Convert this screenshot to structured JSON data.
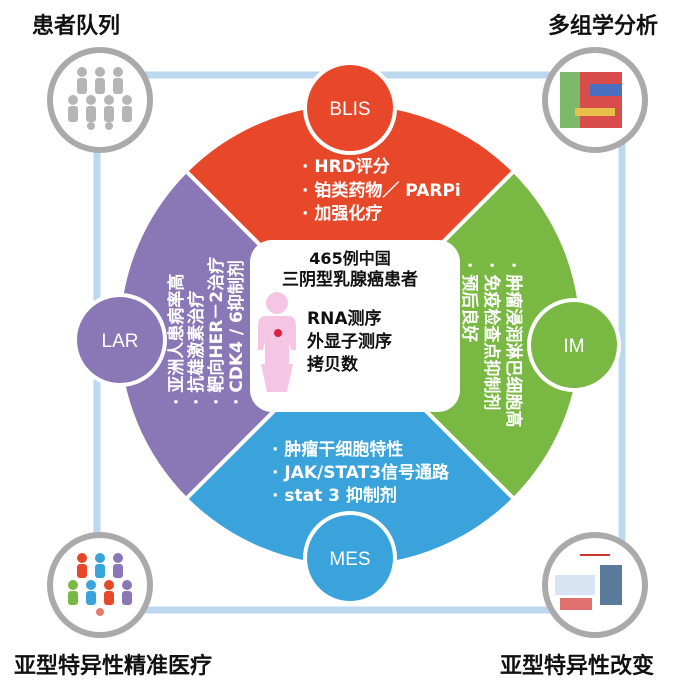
{
  "corners": {
    "top_left": "患者队列",
    "top_right": "多组学分析",
    "bottom_left": "亚型特异性精准医疗",
    "bottom_right": "亚型特异性改变"
  },
  "center": {
    "line1": "465例中国",
    "line2": "三阴型乳腺癌患者",
    "methods": [
      "RNA测序",
      "外显子测序",
      "拷贝数"
    ]
  },
  "subtypes": {
    "blis": {
      "label": "BLIS",
      "color": "#e8482a",
      "items": [
        "· HRD评分",
        "· 铂类药物／ PARPi",
        "· 加强化疗"
      ]
    },
    "im": {
      "label": "IM",
      "color": "#78b843",
      "items": [
        "· 肿瘤浸润淋巴细胞高",
        "· 免疫检查点抑制剂",
        "· 预后良好"
      ]
    },
    "mes": {
      "label": "MES",
      "color": "#3aa3db",
      "items": [
        "· 肿瘤干细胞特性",
        "· JAK/STAT3信号通路",
        "· stat 3 抑制剂"
      ]
    },
    "lar": {
      "label": "LAR",
      "color": "#8a78b6",
      "items": [
        "· 亚洲人患病率高",
        "· 抗雄激素治疗",
        "· 靶向HER－2治疗",
        "· CDK4 / 6抑制剂"
      ]
    }
  },
  "frame_color": "#b9d7f0"
}
